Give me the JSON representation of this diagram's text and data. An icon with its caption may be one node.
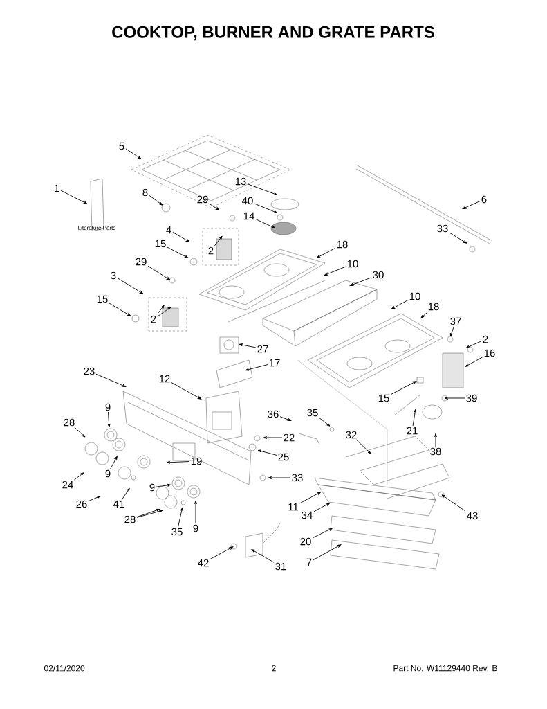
{
  "diagram": {
    "title": "COOKTOP, BURNER AND GRATE PARTS",
    "nodes": [
      {
        "text": [
          "5"
        ]
      },
      {
        "text": [
          "13"
        ]
      },
      {
        "text": [
          "1"
        ]
      },
      {
        "text": [
          "8"
        ]
      },
      {
        "text": [
          "40"
        ]
      },
      {
        "text": [
          "6"
        ]
      },
      {
        "text": [
          "29"
        ]
      },
      {
        "text": [
          "14"
        ]
      },
      {
        "text": [
          "33"
        ]
      },
      {
        "text": [
          "4"
        ]
      },
      {
        "text": [
          "15"
        ]
      },
      {
        "text": [
          "18"
        ]
      },
      {
        "text": [
          "2"
        ]
      },
      {
        "text": [
          "29"
        ]
      },
      {
        "text": [
          "10"
        ]
      },
      {
        "text": [
          "30"
        ]
      },
      {
        "text": [
          "3"
        ]
      },
      {
        "text": [
          "10"
        ]
      },
      {
        "text": [
          "15"
        ]
      },
      {
        "text": [
          "18"
        ]
      },
      {
        "text": [
          "2"
        ]
      },
      {
        "text": [
          "37"
        ]
      },
      {
        "text": [
          "2"
        ]
      },
      {
        "text": [
          "27"
        ]
      },
      {
        "text": [
          "16"
        ]
      },
      {
        "text": [
          "17"
        ]
      },
      {
        "text": [
          "23"
        ]
      },
      {
        "text": [
          "12"
        ]
      },
      {
        "text": [
          "15"
        ]
      },
      {
        "text": [
          "39"
        ]
      },
      {
        "text": [
          "9"
        ]
      },
      {
        "text": [
          "36"
        ]
      },
      {
        "text": [
          "35"
        ]
      },
      {
        "text": [
          "28"
        ]
      },
      {
        "text": [
          "21"
        ]
      },
      {
        "text": [
          "32"
        ]
      },
      {
        "text": [
          "22"
        ]
      },
      {
        "text": [
          "38"
        ]
      },
      {
        "text": [
          "25"
        ]
      },
      {
        "text": [
          "19"
        ]
      },
      {
        "text": [
          "9"
        ]
      },
      {
        "text": [
          "33"
        ]
      },
      {
        "text": [
          "24"
        ]
      },
      {
        "text": [
          "9"
        ]
      },
      {
        "text": [
          "26"
        ]
      },
      {
        "text": [
          "41"
        ]
      },
      {
        "text": [
          "11"
        ]
      },
      {
        "text": [
          "28"
        ]
      },
      {
        "text": [
          "34"
        ]
      },
      {
        "text": [
          "43"
        ]
      },
      {
        "text": [
          "35"
        ]
      },
      {
        "text": [
          "9"
        ]
      },
      {
        "text": [
          "20"
        ]
      },
      {
        "text": [
          "7"
        ]
      },
      {
        "text": [
          "42"
        ]
      },
      {
        "text": [
          "31"
        ]
      }
    ],
    "edges": [
      {
        "from": 0,
        "to": null,
        "arrow": "to"
      },
      {
        "from": 1,
        "to": null,
        "arrow": "to"
      },
      {
        "from": 2,
        "to": null,
        "arrow": "to"
      },
      {
        "from": 3,
        "to": null,
        "arrow": "to"
      },
      {
        "from": 4,
        "to": null,
        "arrow": "to"
      },
      {
        "from": 5,
        "to": null,
        "arrow": "to"
      },
      {
        "from": 6,
        "to": null,
        "arrow": "to"
      },
      {
        "from": 7,
        "to": null,
        "arrow": "to"
      },
      {
        "from": 8,
        "to": null,
        "arrow": "to"
      },
      {
        "from": 9,
        "to": null,
        "arrow": "to"
      },
      {
        "from": 10,
        "to": null,
        "arrow": "to"
      },
      {
        "from": 11,
        "to": null,
        "arrow": "to"
      },
      {
        "from": 12,
        "to": null,
        "arrow": "to"
      },
      {
        "from": 13,
        "to": null,
        "arrow": "to"
      },
      {
        "from": 14,
        "to": null,
        "arrow": "to"
      },
      {
        "from": 15,
        "to": null,
        "arrow": "to"
      },
      {
        "from": 16,
        "to": null,
        "arrow": "to"
      },
      {
        "from": 17,
        "to": null,
        "arrow": "to"
      },
      {
        "from": 18,
        "to": null,
        "arrow": "to"
      },
      {
        "from": 19,
        "to": null,
        "arrow": "to"
      },
      {
        "from": 20,
        "to": null,
        "arrow": "to"
      },
      {
        "from": 21,
        "to": null,
        "arrow": "to"
      },
      {
        "from": 22,
        "to": null,
        "arrow": "to"
      },
      {
        "from": 23,
        "to": null,
        "arrow": "to"
      },
      {
        "from": 24,
        "to": null,
        "arrow": "to"
      },
      {
        "from": 25,
        "to": null,
        "arrow": "to"
      },
      {
        "from": 26,
        "to": null,
        "arrow": "to"
      },
      {
        "from": 27,
        "to": null,
        "arrow": "to"
      },
      {
        "from": 28,
        "to": null,
        "arrow": "to"
      },
      {
        "from": 29,
        "to": null,
        "arrow": "to"
      },
      {
        "from": 30,
        "to": null,
        "arrow": "to"
      },
      {
        "from": 31,
        "to": null,
        "arrow": "to"
      },
      {
        "from": 32,
        "to": null,
        "arrow": "to"
      },
      {
        "from": 33,
        "to": null,
        "arrow": "to"
      },
      {
        "from": 34,
        "to": null,
        "arrow": "to"
      },
      {
        "from": 35,
        "to": null,
        "arrow": "to"
      },
      {
        "from": 36,
        "to": null,
        "arrow": "to"
      },
      {
        "from": 37,
        "to": null,
        "arrow": "to"
      },
      {
        "from": 38,
        "to": null,
        "arrow": "to"
      },
      {
        "from": 39,
        "to": null,
        "arrow": "to"
      },
      {
        "from": 40,
        "to": null,
        "arrow": "to"
      },
      {
        "from": 41,
        "to": null,
        "arrow": "to"
      },
      {
        "from": 42,
        "to": null,
        "arrow": "to"
      },
      {
        "from": 43,
        "to": null,
        "arrow": "to"
      },
      {
        "from": 44,
        "to": null,
        "arrow": "to"
      },
      {
        "from": 45,
        "to": null,
        "arrow": "to"
      },
      {
        "from": 46,
        "to": null,
        "arrow": "to"
      },
      {
        "from": 47,
        "to": null,
        "arrow": "to"
      },
      {
        "from": 48,
        "to": null,
        "arrow": "to"
      },
      {
        "from": 49,
        "to": null,
        "arrow": "to"
      },
      {
        "from": 50,
        "to": null,
        "arrow": "to"
      },
      {
        "from": 51,
        "to": null,
        "arrow": "to"
      },
      {
        "from": 52,
        "to": null,
        "arrow": "to"
      },
      {
        "from": 53,
        "to": null,
        "arrow": "to"
      },
      {
        "from": 54,
        "to": null,
        "arrow": "to"
      },
      {
        "from": 55,
        "to": null,
        "arrow": "to"
      },
      {
        "from": 20,
        "to": null,
        "arrow": "to"
      },
      {
        "from": 47,
        "to": null,
        "arrow": "to"
      }
    ],
    "labels": [
      "Literature Parts",
      "02/11/2020",
      "2",
      "Part No. W11129440  Rev. B"
    ]
  }
}
